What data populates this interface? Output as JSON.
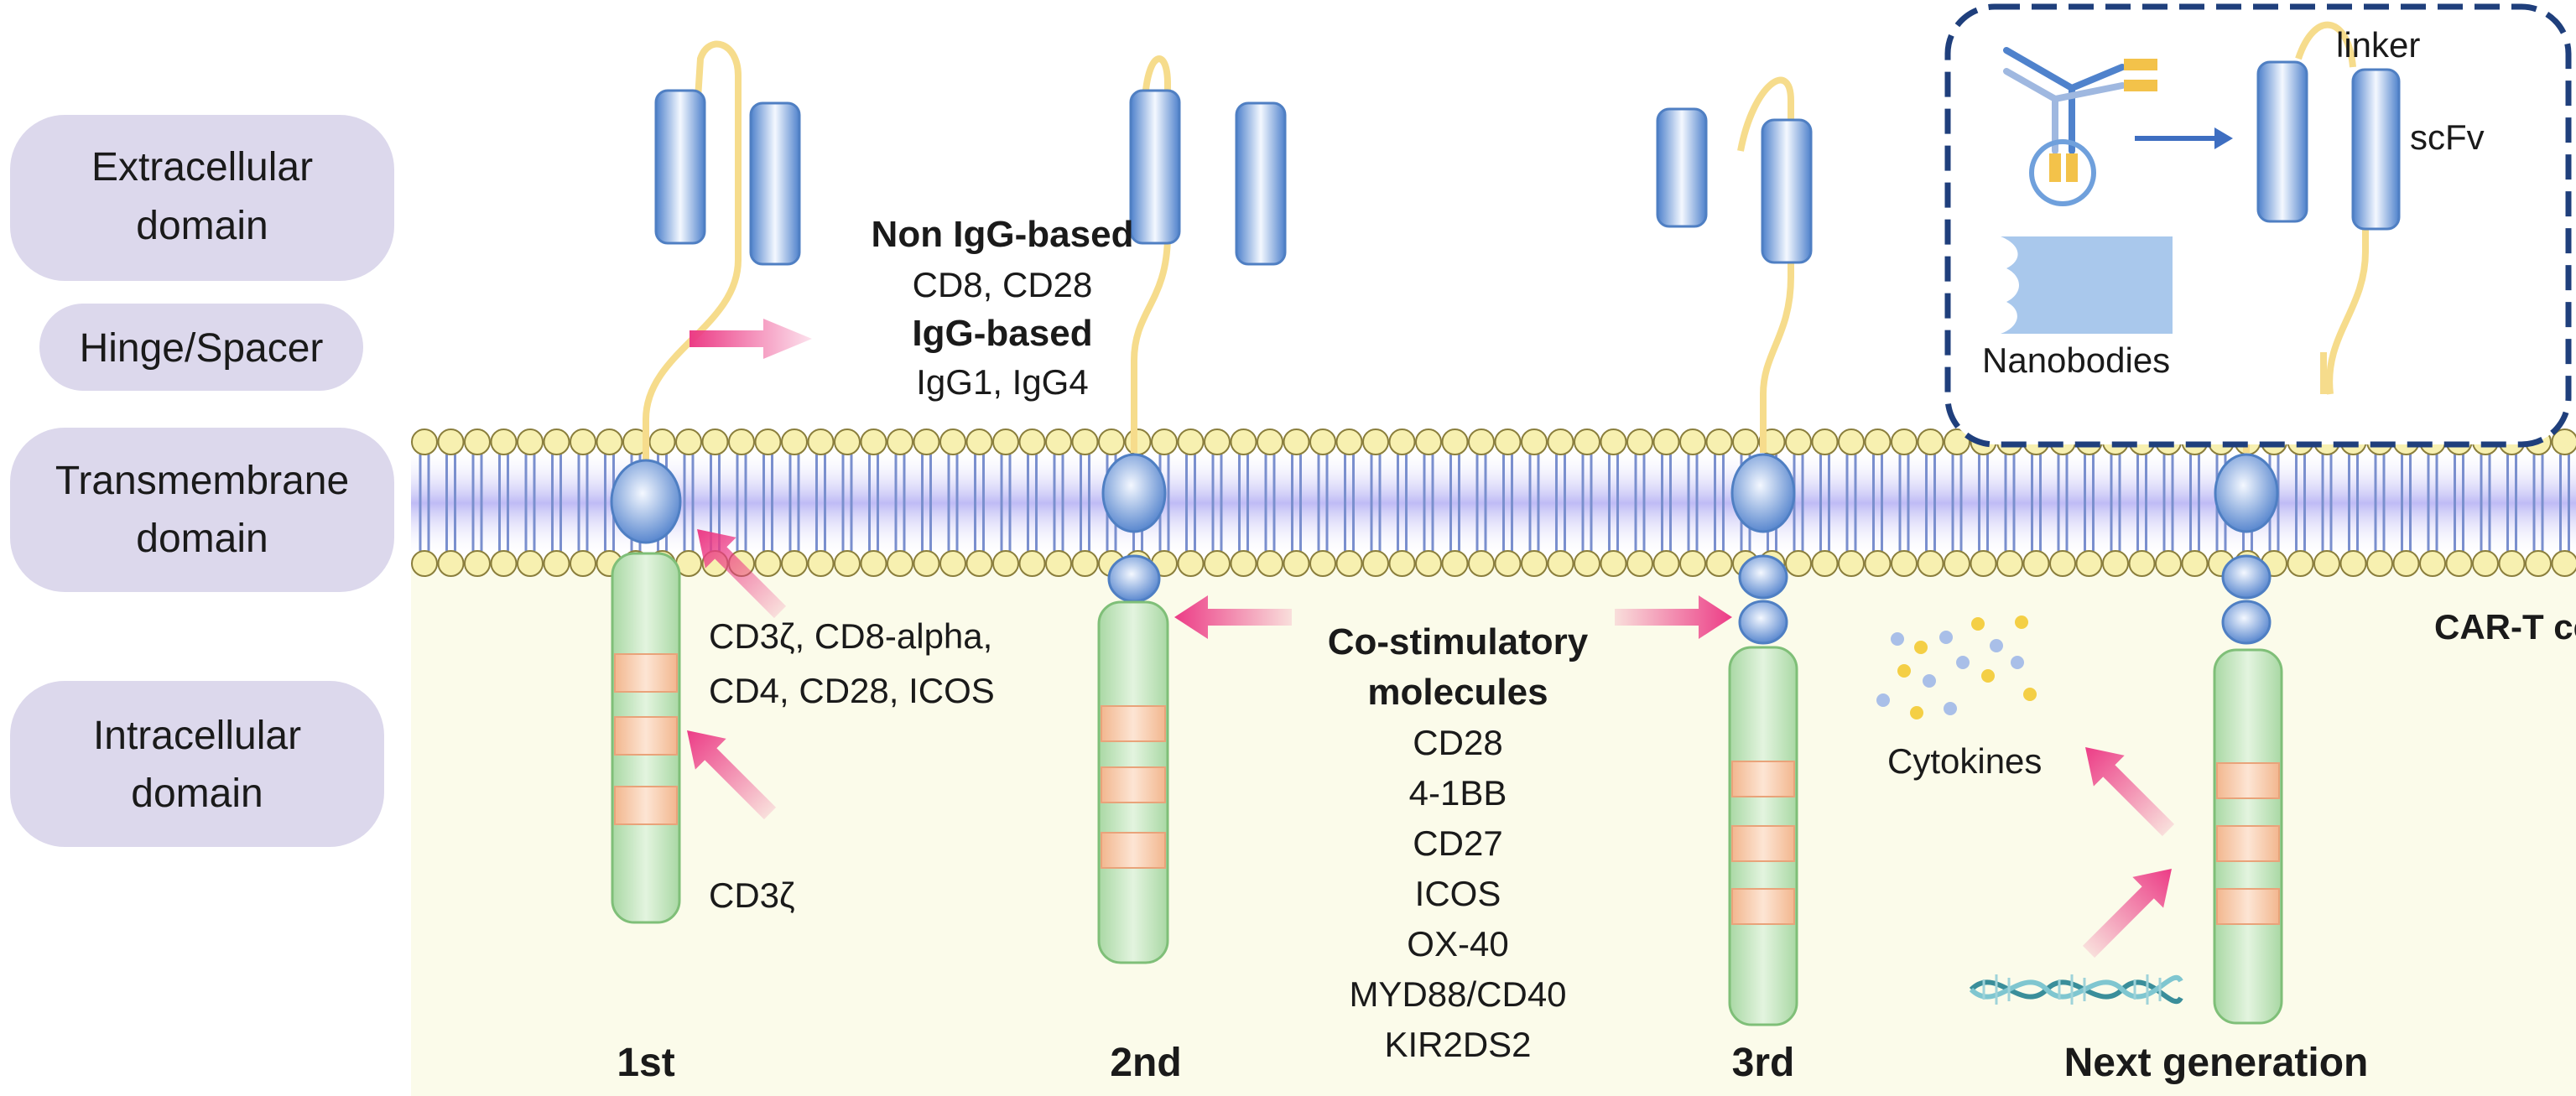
{
  "domain_labels": {
    "extracellular": [
      "Extracellular",
      "domain"
    ],
    "hinge": [
      "Hinge/Spacer"
    ],
    "transmembrane": [
      "Transmembrane",
      "domain"
    ],
    "intracellular": [
      "Intracellular",
      "domain"
    ]
  },
  "hinge_text": {
    "non_igg_title": "Non IgG-based",
    "non_igg_items": "CD8, CD28",
    "igg_title": "IgG-based",
    "igg_items": "IgG1, IgG4"
  },
  "transmembrane_text": {
    "line1": "CD3ζ, CD8-alpha,",
    "line2": "CD4, CD28, ICOS"
  },
  "signal_text": "CD3ζ",
  "costim": {
    "title": [
      "Co-stimulatory",
      "molecules"
    ],
    "items": [
      "CD28",
      "4-1BB",
      "CD27",
      "ICOS",
      "OX-40",
      "MYD88/CD40",
      "KIR2DS2"
    ]
  },
  "generations": [
    "1st",
    "2nd",
    "3rd",
    "Next generation"
  ],
  "cell_label": "CAR-T cell",
  "cytokines_label": "Cytokines",
  "inset": {
    "linker": "linker",
    "scfv": "scFv",
    "nanobodies": "Nanobodies"
  },
  "colors": {
    "domain_pill": "#dcd8ec",
    "cytoplasm": "#fbfbea",
    "membrane_band": "#b8b4f4",
    "lipid_head": "#f7f0b0",
    "scfv_blue": "#5d8fd3",
    "hinge_yellow": "#f6dc8c",
    "signal_green": "#bfe2ba",
    "signal_orange": "#f7c6a4",
    "arrow_pink": "#ec3c86",
    "inset_border": "#1f3f7c"
  }
}
